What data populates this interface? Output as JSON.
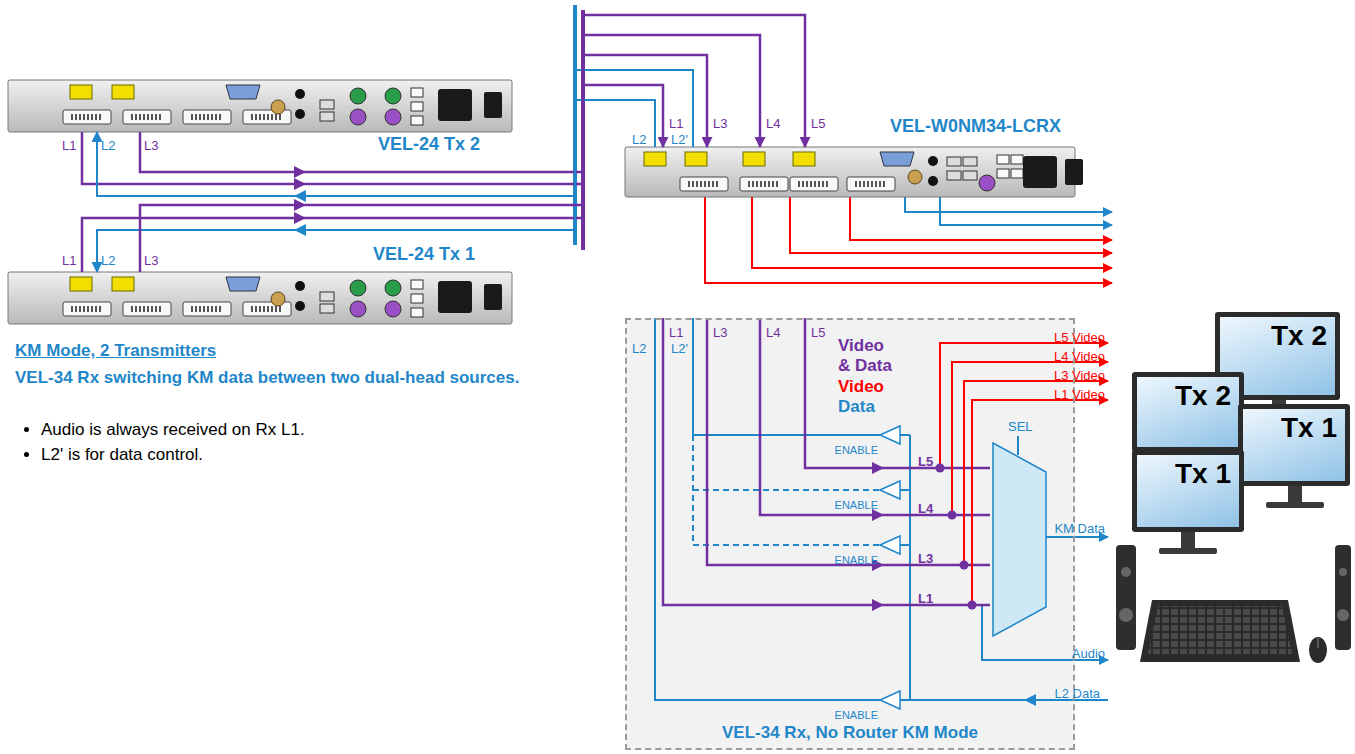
{
  "diagram": {
    "title": "KM Mode, 2 Transmitters",
    "nodes": [
      {
        "text": [
          "VEL-24 Tx 2"
        ]
      },
      {
        "text": [
          "VEL-W0NM34-LCRX"
        ]
      },
      {
        "text": [
          "VEL-24 Tx 1"
        ]
      },
      {
        "text": [
          "VEL-34 Rx, No Router KM Mode"
        ]
      },
      {
        "text": [
          "SEL"
        ],
        "in": 3
      },
      {
        "text": [
          "Tx 2"
        ]
      },
      {
        "text": [
          "Tx 2"
        ]
      },
      {
        "text": [
          "Tx 1"
        ]
      },
      {
        "text": [
          "Tx 1"
        ]
      }
    ],
    "edges": [
      {
        "from": 0,
        "to": 1,
        "arrow": "to"
      },
      {
        "from": 1,
        "to": 0,
        "arrow": "to"
      },
      {
        "from": 0,
        "to": 1,
        "arrow": "to"
      },
      {
        "from": 2,
        "to": 1,
        "arrow": "to"
      },
      {
        "from": 1,
        "to": 2,
        "arrow": "to"
      },
      {
        "from": 2,
        "to": 1,
        "arrow": "to"
      }
    ],
    "labels": [
      "VEL-34 Rx switching KM data between two dual-head sources.",
      "Audio is always received on Rx L1.",
      "L2' is for data control.",
      "L1",
      "L2",
      "L3",
      "L1",
      "L2",
      "L3",
      "L2",
      "L1",
      "L2'",
      "L3",
      "L4",
      "L5",
      "L2",
      "L1",
      "L2'",
      "L3",
      "L4",
      "L5",
      "Video & Data",
      "Video",
      "Data",
      "L5 Video",
      "L4 Video",
      "L3 Video",
      "L1 Video",
      "L5",
      "L4",
      "L3",
      "L1",
      "KM Data",
      "Audio",
      "L2 Data",
      "ENABLE",
      "ENABLE",
      "ENABLE",
      "ENABLE"
    ]
  }
}
